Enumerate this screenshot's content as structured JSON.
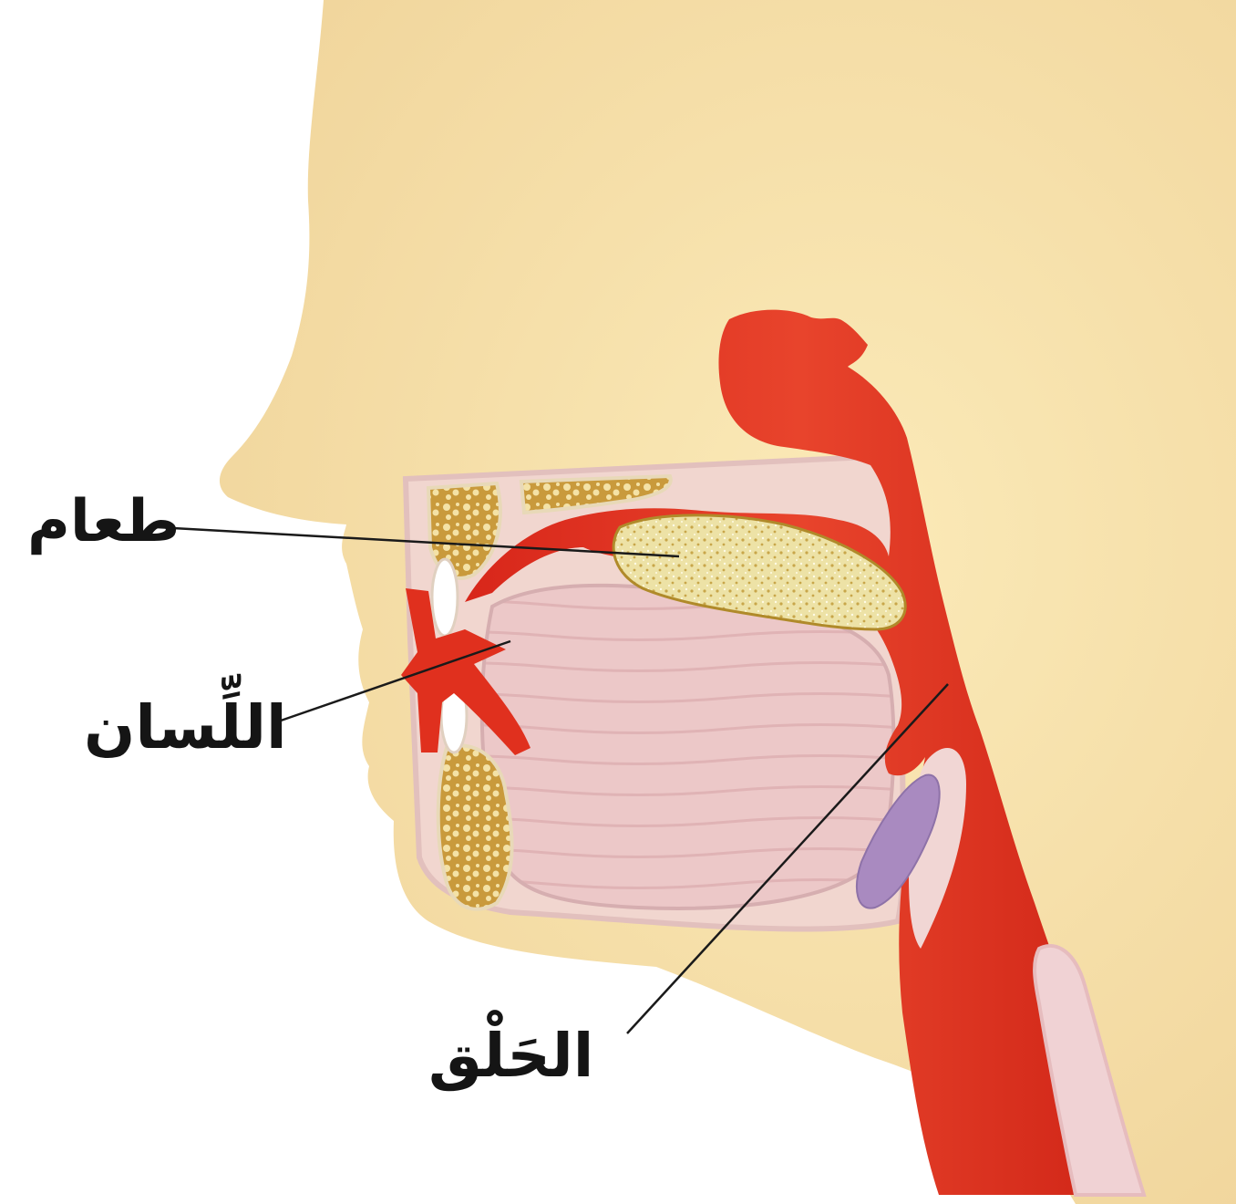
{
  "labels": {
    "food": "طعام",
    "tongue": "اللِّسان",
    "throat": "الحَلْق"
  },
  "colors": {
    "skin": "#f5dea8",
    "tract_red": "#e0301e",
    "tongue_pink": "#eccbc9",
    "bone": "#d4aa4c",
    "food_bolus": "#eee4a8",
    "gland_purple": "#a98ac0",
    "leader_line": "#1a1a1a"
  }
}
